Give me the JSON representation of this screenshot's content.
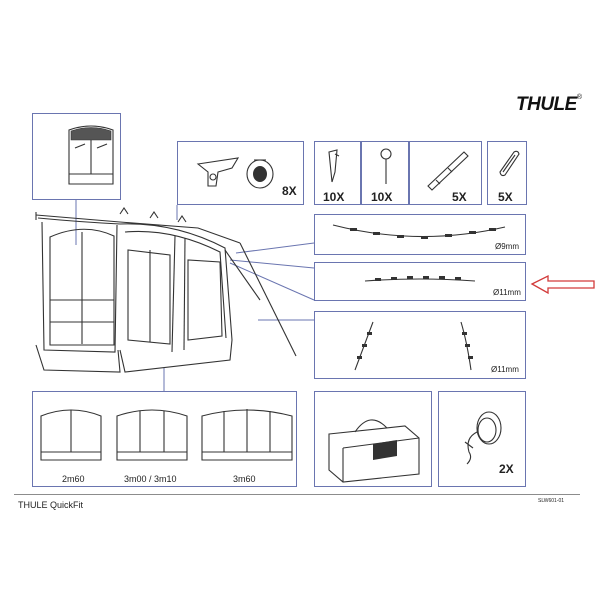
{
  "brand": {
    "logo_text": "THULE",
    "logo_mark": "®"
  },
  "parts": {
    "pegs_clips": {
      "qty": "8X"
    },
    "stake": {
      "qty": "10X"
    },
    "peg_hook": {
      "qty": "10X"
    },
    "strap": {
      "qty": "5X"
    },
    "loop": {
      "qty": "5X"
    }
  },
  "poles": {
    "pole_9mm": {
      "label": "Ø9mm"
    },
    "pole_11mm": {
      "label": "Ø11mm"
    },
    "pole_11mm_pair": {
      "label": "Ø11mm"
    }
  },
  "side_walls": [
    {
      "label": "2m60"
    },
    {
      "label": "3m00 / 3m10"
    },
    {
      "label": "3m60"
    }
  ],
  "rope": {
    "qty": "2X"
  },
  "footer": {
    "product": "THULE QuickFit",
    "code": "SLW601-01"
  },
  "colors": {
    "line": "#6a75b0",
    "arrow": "#d23a3a",
    "footer_rule": "#8c8c8c"
  }
}
